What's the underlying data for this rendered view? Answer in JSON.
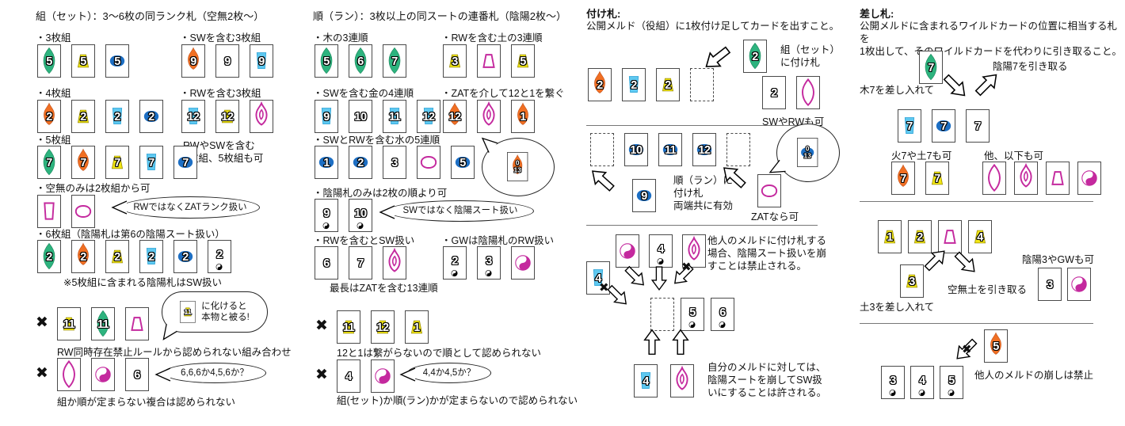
{
  "glyphs": {
    "x": "✖"
  },
  "colors": {
    "wood": "#2db37e",
    "fire": "#f06f23",
    "earth": "#f2e713",
    "metal": "#5ec8f0",
    "water": "#1d6fc4",
    "wild": "#c4299e"
  },
  "set": {
    "title": "組（セット）：3～6枚の同ランク札（空無2枚～）",
    "l3": "・3枚組",
    "c3": [
      "wood:5",
      "earth:5",
      "water:5"
    ],
    "lsw3": "・SWを含む3枚組",
    "csw3": [
      "fire:9",
      "sw:9",
      "metal:9"
    ],
    "l4": "・4枚組",
    "c4": [
      "fire:2",
      "earth:2",
      "metal:2",
      "water:2"
    ],
    "lrw3": "・RWを含む3枚組",
    "crw3": [
      "metal:12",
      "earth:12",
      "wild-flame"
    ],
    "nrwsw": "RWやSWを含む\n4枚組、5枚組も可",
    "l5": "・5枚組",
    "c5": [
      "wood:7",
      "fire:7",
      "earth:7",
      "metal:7",
      "water:7"
    ],
    "lkumu": "・空無のみは2枚組から可",
    "ckumu": [
      "wild-cup",
      "wild-oval"
    ],
    "bzat": "RWではなくZATランク扱い",
    "l6": "・6枚組（陰陽札は第6の陰陽スート扱い）",
    "c6": [
      "wood:2",
      "fire:2",
      "earth:2",
      "metal:2",
      "water:2",
      "yy:2"
    ],
    "n5sw": "※5枚組に含まれる陰陽札はSW扱い",
    "ng1": [
      "earth:11",
      "wood:11",
      "wild-trap"
    ],
    "bng1_card": [
      "earth:11"
    ],
    "bng1": "に化けると\n本物と被る!",
    "cap1": "RW同時存在禁止ルールから認められない組み合わせ",
    "ng2": [
      "wild-leaf",
      "gw",
      "sw:6"
    ],
    "bng2": "6,6,6か4,5,6か？",
    "cap2": "組か順が定まらない複合は認められない"
  },
  "run": {
    "title": "順（ラン）：3枚以上の同スートの連番札（陰陽2枚～）",
    "lwood": "・木の3連順",
    "cwood": [
      "wood:5",
      "wood:6",
      "wood:7"
    ],
    "lrwearth": "・RWを含む土の3連順",
    "crwearth": [
      "earth:3",
      "wild-trap",
      "earth:5"
    ],
    "lswmetal": "・SWを含む金の4連順",
    "cswmetal": [
      "metal:9",
      "sw:10",
      "metal:11",
      "metal:12"
    ],
    "lzat": "・ZATを介して12と1を繋ぐ",
    "czat": [
      "fire:12",
      "wild-flame",
      "fire:1"
    ],
    "bzat_card": [
      "fire:0|13"
    ],
    "lswrw": "・SWとRWを含む水の5連順",
    "cswrw": [
      "water:1",
      "water:2",
      "sw:3",
      "wild-oval",
      "water:5"
    ],
    "lyy": "・陰陽札のみは2枚の順より可",
    "cyy": [
      "yy:9",
      "yy:10"
    ],
    "byy": "SWではなく陰陽スート扱い",
    "lrwsw": "・RWを含むとSW扱い",
    "crwsw": [
      "sw:6",
      "sw:7",
      "wild-flame"
    ],
    "lgw": "・GWは陰陽札のRW扱い",
    "cgw": [
      "yy:2",
      "yy:3",
      "gw"
    ],
    "nmax": "最長はZATを含む13連順",
    "ng1": [
      "earth:11",
      "earth:12",
      "earth:1"
    ],
    "cap1": "12と1は繋がらないので順として認められない",
    "ng2": [
      "sw:4",
      "gw"
    ],
    "bng2": "4,4か4,5か？",
    "cap2": "組(セット)か順(ラン)かが定まらないので認められない"
  },
  "tsuke": {
    "title": "付け札:",
    "sub": "公開メルド（役組）に1枚付け足してカードを出すこと。",
    "add1": [
      "wood:2"
    ],
    "ladd1": "組（セット）\nに付け札",
    "meld1": [
      "fire:2",
      "metal:2",
      "earth:2",
      "dash"
    ],
    "alt1": [
      "sw:2",
      "wild-leaf"
    ],
    "lalt1": "SWやRWも可",
    "meld2": [
      "dash",
      "water:10",
      "water:11",
      "water:12",
      "dash"
    ],
    "add2": [
      "water:9"
    ],
    "ladd2": "順（ラン）に\n付け札\n両端共に有効",
    "zat": [
      "wild-oval"
    ],
    "lzat": "ZATなら可",
    "bzat_card": [
      "water:0|13"
    ],
    "top3": [
      "gw",
      "yy:4",
      "wild-flame"
    ],
    "left3": [
      "metal:4"
    ],
    "mid3": [
      "dash",
      "yy:5",
      "yy:6"
    ],
    "bot3": [
      "metal:4",
      "wild-flame"
    ],
    "t3a": "他人のメルドに付け札する\n場合、陰陽スート扱いを崩\nすことは禁止される。",
    "t3b": "自分のメルドに対しては、\n陰陽スートを崩してSW扱\nいにすることは許される。"
  },
  "sashi": {
    "title": "差し札:",
    "sub": "公開メルドに含まれるワイルドカードの位置に相当する札を\n1枚出して、そのワイルドカードを代わりに引き取ること。",
    "ins1": [
      "wood:7"
    ],
    "lins1": "木7を差し入れて",
    "ltake1": "陰陽7を引き取る",
    "meld1": [
      "metal:7",
      "water:7",
      "sw:7"
    ],
    "lalt1a": "火7や土7も可",
    "alt1a": [
      "fire:7",
      "earth:7"
    ],
    "lalt1b": "他、以下も可",
    "alt1b": [
      "wild-leaf",
      "wild-flame",
      "wild-trap",
      "gw"
    ],
    "meld2": [
      "earth:1",
      "earth:2",
      "wild-trap",
      "earth:4"
    ],
    "ins2": [
      "earth:3"
    ],
    "lins2": "土3を差し入れて",
    "ltake2": "空無土を引き取る",
    "lalt2": "陰陽3やGWも可",
    "alt2": [
      "sw:3",
      "gw"
    ],
    "meld3": [
      "yy:3",
      "yy:4",
      "yy:5"
    ],
    "drop3": [
      "fire:5"
    ],
    "cap3": "他人のメルドの崩しは禁止"
  }
}
